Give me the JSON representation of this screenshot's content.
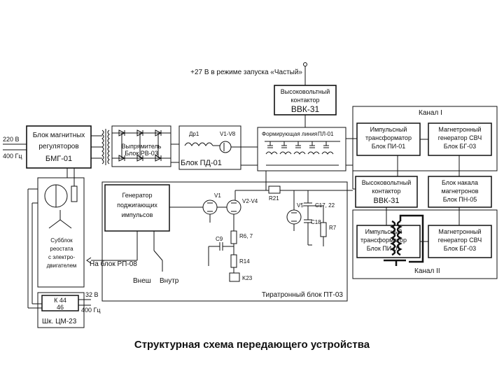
{
  "diagram": {
    "top_supply": "+27 В в режиме запуска «Частый»",
    "input_voltage": "220 В",
    "input_freq": "400 Гц",
    "bmg": {
      "line1": "Блок магнитных",
      "line2": "регуляторов",
      "line3": "БМГ-01"
    },
    "rectifier": {
      "line1": "Выпрямитель",
      "line2": "Блок РВ-03"
    },
    "pd": {
      "choke": "Др1",
      "valves": "V1-V8",
      "name": "Блок ПД-01"
    },
    "pfl": {
      "name": "Формирующая линия",
      "code": "ПЛ-01"
    },
    "vvk_top": {
      "line1": "Высоковольтный",
      "line2": "контактор",
      "line3": "ВВК-31"
    },
    "kanal1": {
      "label": "Канал I",
      "trans": {
        "line1": "Импульсный",
        "line2": "трансформатор",
        "line3": "Блок ПИ-01"
      },
      "gen": {
        "line1": "Магнетронный",
        "line2": "генератор СВЧ",
        "line3": "Блок БГ-03"
      }
    },
    "vvk_mid": {
      "line1": "Высоковольтный",
      "line2": "контактор",
      "line3": "ВВК-31"
    },
    "pn": {
      "line1": "Блок накала",
      "line2": "магнетронов",
      "line3": "Блок ПН-05"
    },
    "kanal2": {
      "label": "Канал II",
      "trans": {
        "line1": "Импульсный",
        "line2": "трансформатор",
        "line3": "Блок ПИ-01"
      },
      "gen": {
        "line1": "Магнетронный",
        "line2": "генератор СВЧ",
        "line3": "Блок БГ-03"
      }
    },
    "pt": {
      "gen": {
        "line1": "Генератор",
        "line2": "поджигающих",
        "line3": "импульсов"
      },
      "to_rp": "На блок РП-08",
      "vnesh": "Внеш",
      "vnutr": "Внутр",
      "v1": "V1",
      "v2": "V2-V4",
      "v5": "V5",
      "r21": "R21",
      "c17": "C17, 22",
      "c18": "C18",
      "r7": "R7",
      "c9": "C9",
      "r6": "R6, 7",
      "r14": "R14",
      "k23": "K23",
      "name": "Тиратронный блок ПТ-03"
    },
    "subblock": {
      "line1": "Субблок",
      "line2": "реостата",
      "line3": "с электро-",
      "line4": "двигателем"
    },
    "k44": {
      "line1": "К 44",
      "line2": "46"
    },
    "supply2_v": "32 В",
    "supply2_f": "400 Гц",
    "cm": "Шк. ЦМ-23"
  },
  "caption": "Структурная схема передающего устройства"
}
